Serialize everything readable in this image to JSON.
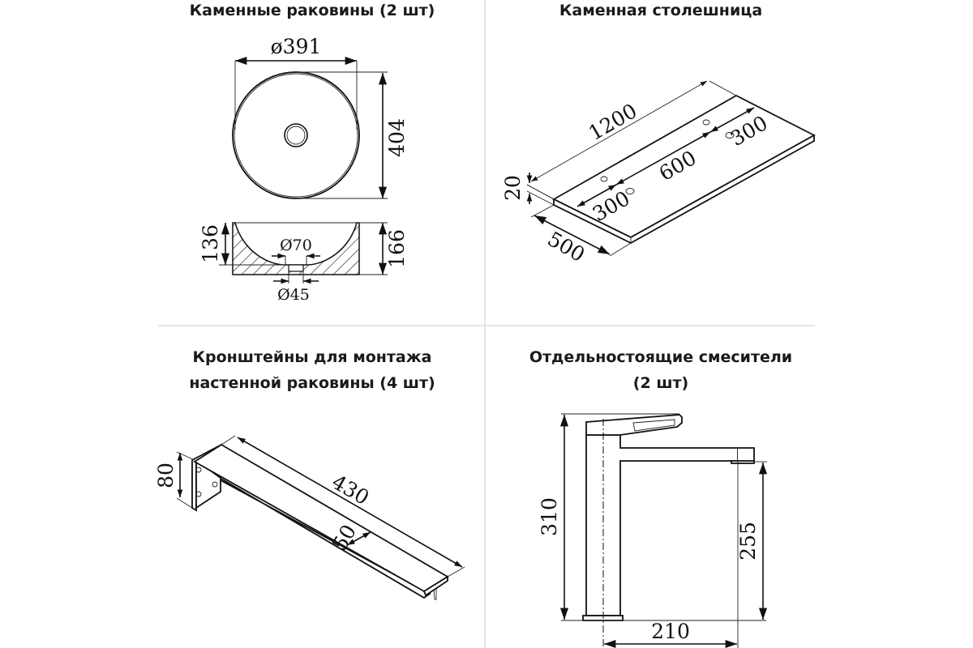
{
  "panels": {
    "sinks": {
      "title": "Каменные раковины (2 шт)",
      "dims": {
        "diameter": "ø391",
        "depth": "404",
        "inner_height": "136",
        "outer_height": "166",
        "drain_outer": "Ø70",
        "drain_inner": "Ø45"
      }
    },
    "countertop": {
      "title": "Каменная столешница",
      "dims": {
        "length": "1200",
        "width": "500",
        "thickness": "20",
        "hole_spacing": "600",
        "left_offset": "300",
        "right_offset": "300"
      }
    },
    "brackets": {
      "title_line1": "Кронштейны для монтажа",
      "title_line2": "настенной раковины (4 шт)",
      "dims": {
        "length": "430",
        "height": "80",
        "width": "50"
      }
    },
    "faucets": {
      "title_line1": "Отдельностоящие смесители",
      "title_line2": "(2 шт)",
      "dims": {
        "total_height": "310",
        "spout_height": "255",
        "reach": "210"
      }
    }
  },
  "colors": {
    "line": "#111111",
    "divider": "#e6e6e6"
  }
}
